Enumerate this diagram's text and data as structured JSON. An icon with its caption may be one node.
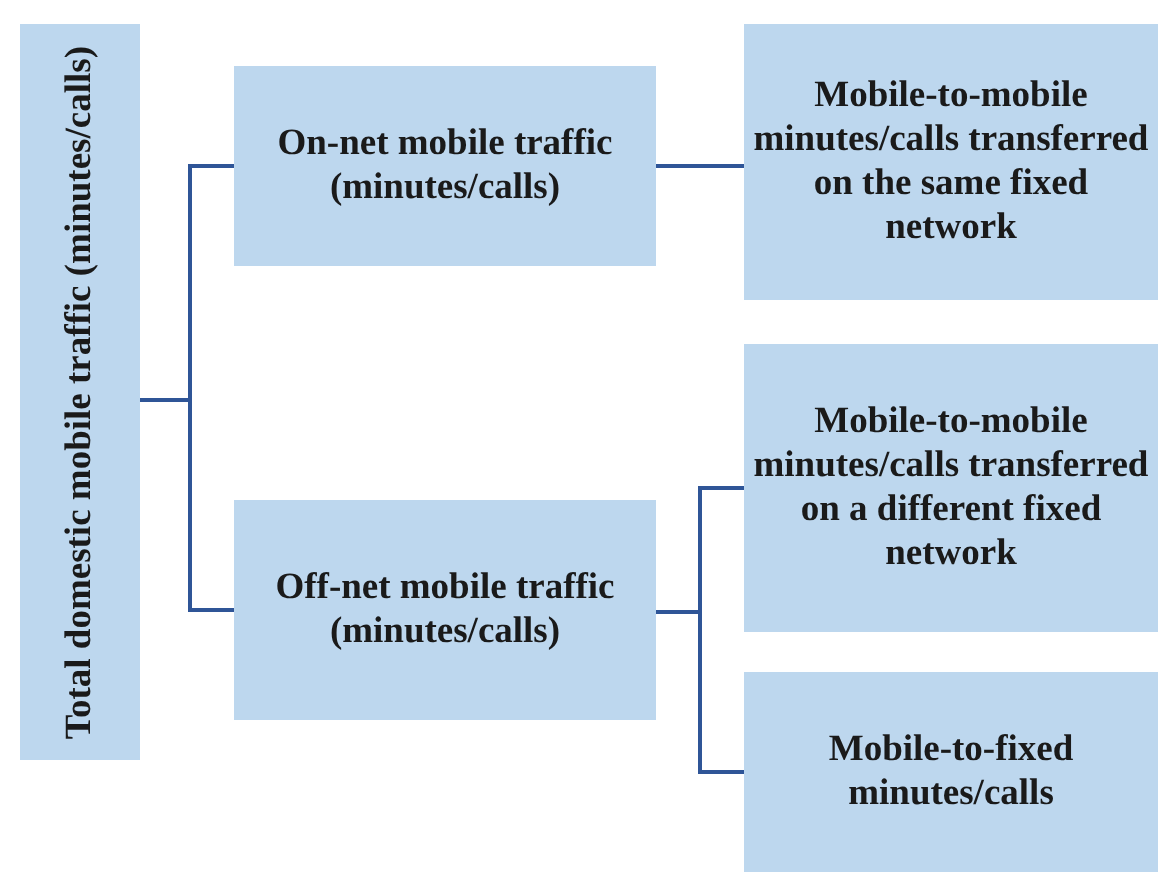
{
  "diagram": {
    "nodes": [
      {
        "text": [
          "Total domestic mobile traffic (minutes/calls)"
        ]
      },
      {
        "text": [
          "On-net mobile traffic (minutes/calls)"
        ]
      },
      {
        "text": [
          "Mobile-to-mobile minutes/calls transferred on the same fixed network"
        ]
      },
      {
        "text": [
          "Off-net mobile traffic (minutes/calls)"
        ]
      },
      {
        "text": [
          "Mobile-to-mobile minutes/calls transferred on a different fixed network"
        ]
      },
      {
        "text": [
          "Mobile-to-fixed minutes/calls"
        ]
      }
    ],
    "edges": [
      {
        "from": 0,
        "to": 1,
        "arrow": "none"
      },
      {
        "from": 0,
        "to": 3,
        "arrow": "none"
      },
      {
        "from": 1,
        "to": 2,
        "arrow": "none"
      },
      {
        "from": 3,
        "to": 4,
        "arrow": "none"
      },
      {
        "from": 3,
        "to": 5,
        "arrow": "none"
      }
    ]
  }
}
